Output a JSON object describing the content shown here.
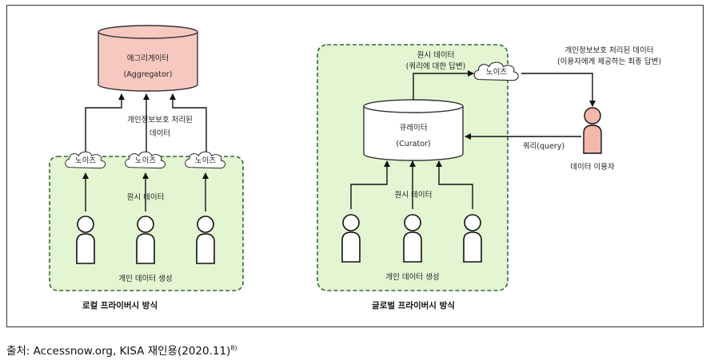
{
  "local": {
    "aggregator_label": "애그리게이터",
    "aggregator_en": "(Aggregator)",
    "privacy_processed_line1": "개인정보보호 처리된",
    "privacy_processed_line2": "데이터",
    "noise": "노이즈",
    "raw_data": "원시 데이터",
    "personal_data_gen": "개인 데이터 생성",
    "title": "로컬 프라이버시 방식"
  },
  "global": {
    "curator_label": "큐레이터",
    "curator_en": "(Curator)",
    "raw_data_top": "원시 데이터",
    "query_answer": "(쿼리에 대한 답변)",
    "noise": "노이즈",
    "privacy_processed": "개인정보보호 처리된 데이터",
    "final_answer": "(이용자에게 제공하는 최종 답변)",
    "query": "쿼리(query)",
    "data_user": "데이터 이용자",
    "raw_data": "원시 데이터",
    "personal_data_gen": "개인 데이터 생성",
    "title": "글로벌 프라이버시 방식"
  },
  "caption": {
    "text": "출처: Accessnow.org,  KISA  재인용(2020.11)",
    "footnote": "8)"
  },
  "colors": {
    "green_fill": "#e4f5d2",
    "green_border": "#2f6b2f",
    "aggregator_fill": "#f7c8c0",
    "user_fill": "#f2b8ab"
  }
}
